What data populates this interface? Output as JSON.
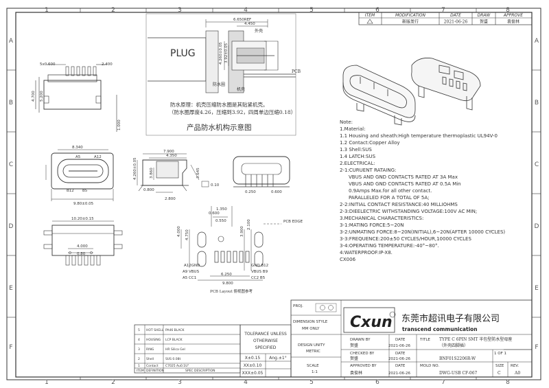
{
  "frame": {
    "cols": [
      "1",
      "2",
      "3",
      "4",
      "5",
      "6",
      "7",
      "8"
    ],
    "rows": [
      "A",
      "B",
      "C",
      "D",
      "E",
      "F"
    ]
  },
  "revision": {
    "headers": [
      "ITEM",
      "MODIFICATION",
      "DATE",
      "DRAW",
      "APPROVE"
    ],
    "row": [
      "新版发行",
      "2021-06-26",
      "贺盛",
      "袁俊林"
    ]
  },
  "plug": {
    "label": "PLUG",
    "dims": [
      "6.650REF",
      "4.450",
      "4.260±0.05",
      "3.92±0.05"
    ],
    "labels": [
      "外壳",
      "防水圈",
      "机壳",
      "PCB"
    ],
    "principle": "防水原理：机壳压缩防水圈是其贴紧机壳。",
    "principle2": "（防水圈厚度4.26，压缩到3.92，四周单边压缩0.18）",
    "caption": "产品防水机构示意图"
  },
  "top_view_dims": [
    "5x0.600",
    "2.400",
    "4.700",
    "5.200",
    "1.000"
  ],
  "front_view": {
    "dims": [
      "8.340",
      "9.80±0.05"
    ],
    "pins_top": [
      "A5",
      "A12"
    ],
    "pins_bottom": [
      "B12",
      "B5"
    ]
  },
  "side_view_dims": [
    "7.900",
    "4.350",
    "4.260±0.05",
    "3.860",
    "3.645",
    "0.800",
    "0.10",
    "2.800"
  ],
  "end_view_dims": [
    "0.250",
    "0.600"
  ],
  "bottom_view_dims": [
    "10.20±0.15",
    "4.000",
    "0.80"
  ],
  "pcb": {
    "dims": [
      "1.350",
      "0.600",
      "0.550",
      "4.750",
      "4.000",
      "3.900",
      "2.100",
      "9.800",
      "6.250"
    ],
    "pins_left": [
      "A12GND",
      "A9 VBUS",
      "A5 CC1"
    ],
    "pins_right": [
      "GND B12",
      "VBUS B9",
      "CC2 B5"
    ],
    "edge": "PCB EDGE",
    "caption": "PCB Layout 俯视图参考"
  },
  "notes": {
    "heading": "Note:",
    "lines": [
      "1.Material:",
      "1.1 Housing and sheath:High temperature thermoplastic UL94V-0",
      "1.2 Contact:Copper Alloy",
      "1.3 Shell:SUS",
      "1.4 LATCH:SUS",
      "2.ELECTRICAL:",
      "2-1:CURUENT RATAING:",
      "    VBUS AND GND CONTACTS RATED AT 3A Max",
      "    VBUS AND GND CONTACTS RATED AT 0.5A Min",
      "    0.9Amps Max.for all other contact.",
      "    PARALLELED FOR A TOTAL OF 5A;",
      "2-2:INITIAL CONTACT RESISTANCE:40 MILLIOHMS",
      "2-3:DIEELECTRIC WITHSTANDING VOLTAGE:100V AC MIN;",
      "3.MECHANICAL CHARACTERISTICS:",
      "3-1:MATING FORCE:5~20N",
      "3-2:UNMATING FORCE:8~20N(INITIAL),6~20N(AFTER 10000 CYCLES)",
      "3-3:FREQUENCE:200±50 CYCLES/HOUR,10000 CYCLES",
      "3-4:OPERATING TEMPERATURE:-40°~80°.",
      "4:WATERPROOF:IP-X8.",
      "CX006"
    ]
  },
  "bom": {
    "rows": [
      [
        "5",
        "HOT SHELL",
        "PA46 BLACK"
      ],
      [
        "4",
        "HOUSING",
        "LCP BLACK"
      ],
      [
        "3",
        "RING",
        "HR Silica Gel"
      ],
      [
        "2",
        "Shell",
        "SUS 0.08t"
      ],
      [
        "1",
        "Contact",
        "C7025 Au0.1U\""
      ]
    ],
    "header": [
      "ITEM",
      "DEFINITION",
      "SPEC DESCRIPTION"
    ]
  },
  "tolerance": {
    "title": [
      "TOLERANCE UNLESS",
      "OTHERWISE",
      "SPECIFIED"
    ],
    "rows": [
      [
        "X±0.15",
        "Ang.±1°"
      ],
      [
        "XX±0.10",
        ""
      ],
      [
        "XXX±0.05",
        ""
      ]
    ]
  },
  "title_block": {
    "proj": "PROJ.",
    "dimension_style": "DIMENSION STYLE",
    "dimension_unit": "MM ONLY",
    "design_unity": "DESIGN UNITY",
    "metric": "METRIC",
    "scale_label": "SCALE",
    "scale": "1:1",
    "logo": "Cxun",
    "company_cn": "东莞市超讯电子有限公司",
    "company_en": "transcend communication",
    "drawn_by": "DRAWN BY",
    "drawer": "贺盛",
    "checked_by": "CHECKED BY",
    "checker": "贺盛",
    "approved_by": "APPROVED BY",
    "approver": "袁俊林",
    "date_label": "DATE",
    "date": "2021-06-26",
    "title_label": "TITLE",
    "title": "TYPE C 6PIN SMT 半包型防水型母座",
    "title2": "（外壳四脚插）",
    "part_no": "BNF01S2206R-W",
    "sheet": "1 OF 1",
    "mold_label": "MOLD NO.",
    "mold": "DWG-USB CF-067",
    "size_label": "SIZE",
    "size": "C",
    "rev_label": "REV.",
    "rev": "A0"
  }
}
